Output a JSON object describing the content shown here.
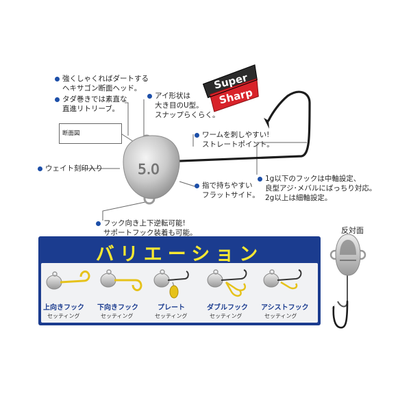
{
  "badge": {
    "line1": "Super",
    "line2": "Sharp"
  },
  "head_marking": "5.0",
  "cross_section_label": "断面図",
  "notes": [
    {
      "lines": [
        "強くしゃくればダートする",
        "ヘキサゴン断面ヘッド。"
      ]
    },
    {
      "lines": [
        "タダ巻きでは素直な",
        "直進リトリーブ。"
      ]
    },
    {
      "lines": [
        "アイ形状は",
        "大き目のU型。",
        "スナップらくらく。"
      ]
    },
    {
      "lines": [
        "ワームを刺しやすい!",
        "ストレートポイント。"
      ]
    },
    {
      "lines": [
        "ウェイト刻印入り"
      ]
    },
    {
      "lines": [
        "指で持ちやすい",
        "フラットサイド。"
      ]
    },
    {
      "lines": [
        "1g以下のフックは中軸設定、",
        "良型アジ･メバルにばっちり対応。",
        "2g以上は細軸設定。"
      ]
    },
    {
      "lines": [
        "フック向き上下逆転可能!",
        "サポートフック装着も可能。"
      ]
    }
  ],
  "variations": {
    "title": "バリエーション",
    "items": [
      {
        "label": "上向きフック",
        "sub": "セッティング"
      },
      {
        "label": "下向きフック",
        "sub": "セッティング"
      },
      {
        "label": "プレート",
        "sub": "セッティング"
      },
      {
        "label": "ダブルフック",
        "sub": "セッティング"
      },
      {
        "label": "アシストフック",
        "sub": "セッティング"
      }
    ]
  },
  "reverse_side_label": "反対面",
  "colors": {
    "bullet": "#1d4fa8",
    "panel": "#1b3c8f",
    "title": "#f7e832",
    "badge": "#d8232a"
  }
}
